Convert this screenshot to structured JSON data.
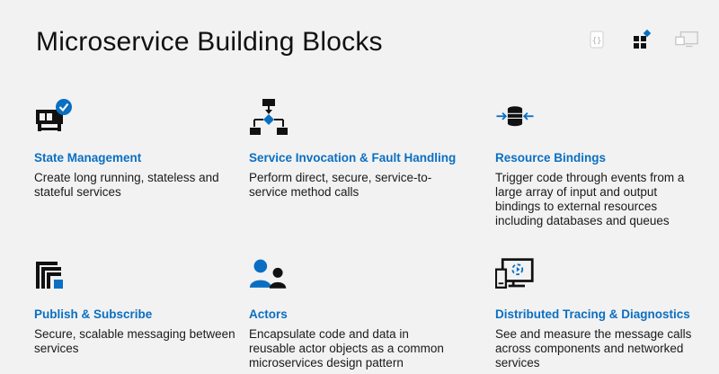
{
  "page": {
    "title": "Microservice Building Blocks"
  },
  "toolbar": {
    "icons": [
      "code-icon",
      "blocks-icon",
      "screen-share-icon"
    ]
  },
  "colors": {
    "accent": "#0a6fc2",
    "text": "#1a1a1a",
    "background": "#f2f2f2"
  },
  "blocks": [
    {
      "icon": "state-management-icon",
      "title": "State Management",
      "description": "Create long running, stateless and stateful services"
    },
    {
      "icon": "service-invocation-icon",
      "title": "Service Invocation & Fault Handling",
      "description": "Perform direct, secure, service-to-service method calls"
    },
    {
      "icon": "resource-bindings-icon",
      "title": "Resource Bindings",
      "description": "Trigger code through events from a large array of input and output bindings to external resources including databases and queues"
    },
    {
      "icon": "publish-subscribe-icon",
      "title": "Publish & Subscribe",
      "description": "Secure, scalable messaging between services"
    },
    {
      "icon": "actors-icon",
      "title": "Actors",
      "description": "Encapsulate code and data in reusable actor objects as a common microservices design pattern"
    },
    {
      "icon": "distributed-tracing-icon",
      "title": "Distributed Tracing & Diagnostics",
      "description": "See and measure the message calls across components and networked services"
    }
  ]
}
